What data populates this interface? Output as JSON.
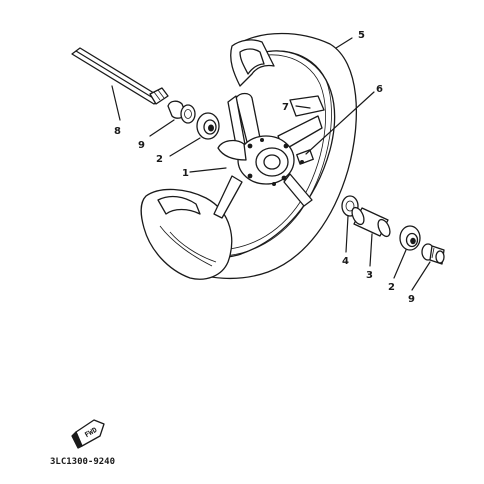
{
  "diagram": {
    "part_labels": {
      "l1": "1",
      "l2a": "2",
      "l2b": "2",
      "l3": "3",
      "l4": "4",
      "l5": "5",
      "l6": "6",
      "l7": "7",
      "l8": "8",
      "l9a": "9",
      "l9b": "9"
    },
    "fwd_badge": "FWD",
    "diagram_code": "3LC1300-9240"
  }
}
